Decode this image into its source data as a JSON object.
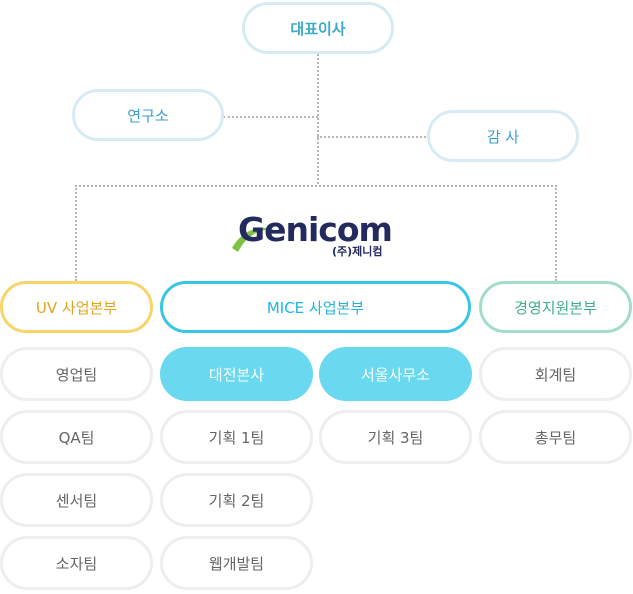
{
  "top": {
    "ceo": "대표이사",
    "lab": "연구소",
    "audit": "감 사"
  },
  "logo": {
    "word": "Genicom",
    "sub": "(주)제니컴"
  },
  "divisions": {
    "uv": "UV 사업본부",
    "mice": "MICE 사업본부",
    "mgmt": "경영지원본부"
  },
  "uv_teams": [
    "영업팀",
    "QA팀",
    "센서팀",
    "소자팀"
  ],
  "mice_units": [
    "대전본사",
    "서울사무소"
  ],
  "daejeon_teams": [
    "기획 1팀",
    "기획 2팀",
    "웹개발팀"
  ],
  "seoul_teams": [
    "기획 3팀"
  ],
  "mgmt_teams": [
    "회계팀",
    "총무팀"
  ],
  "colors": {
    "uv": "#f8d46a",
    "mice": "#39c5e6",
    "mgmt": "#a3ddc9",
    "fill": "#6ad8ee",
    "logo_green": "#7dc242",
    "logo_navy": "#222a5e"
  }
}
